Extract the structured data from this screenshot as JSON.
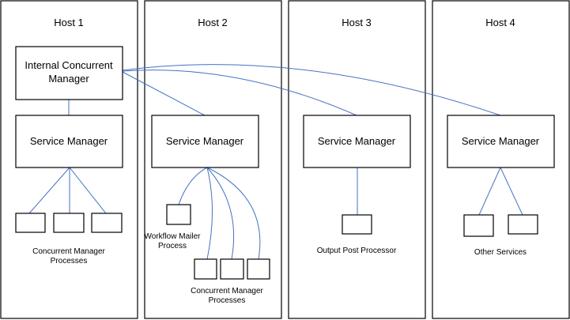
{
  "hosts": [
    {
      "title": "Host 1"
    },
    {
      "title": "Host 2"
    },
    {
      "title": "Host 3"
    },
    {
      "title": "Host 4"
    }
  ],
  "icm": {
    "line1": "Internal Concurrent",
    "line2": "Manager"
  },
  "service_manager_label": "Service Manager",
  "labels": {
    "h1_processes_line1": "Concurrent Manager",
    "h1_processes_line2": "Processes",
    "workflow_line1": "Workflow Mailer",
    "workflow_line2": "Process",
    "h2_processes_line1": "Concurrent Manager",
    "h2_processes_line2": "Processes",
    "output_post_processor": "Output Post Processor",
    "other_services": "Other Services"
  },
  "colors": {
    "connector": "#4472c4",
    "border": "#000000"
  }
}
